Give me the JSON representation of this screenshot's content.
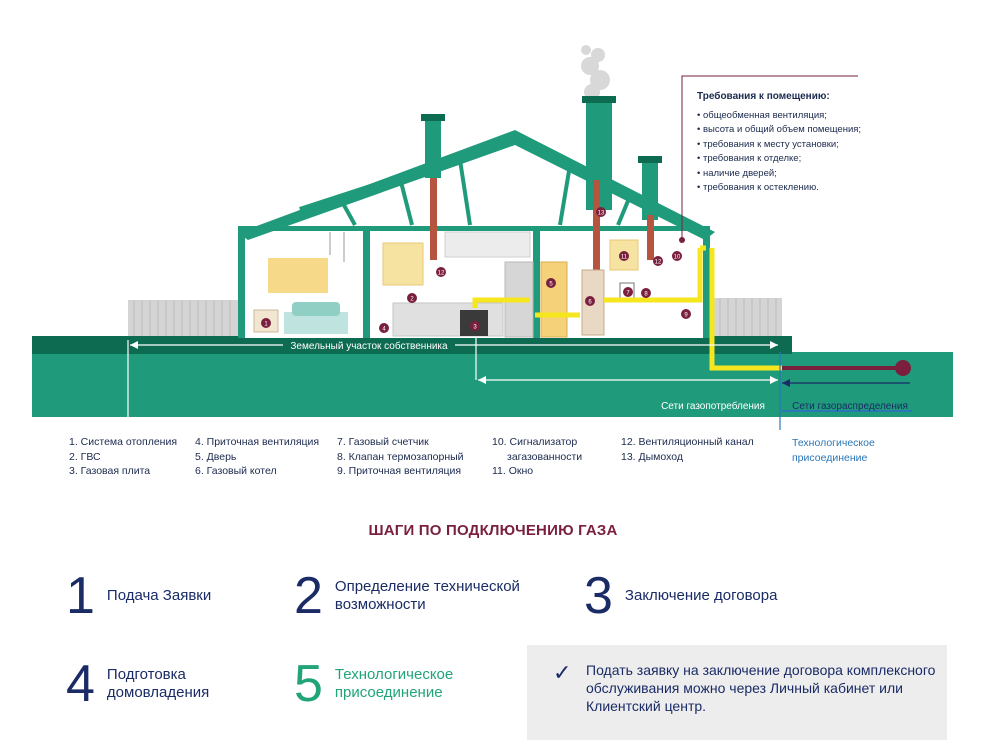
{
  "diagram": {
    "land_label": "Земельный участок собственника",
    "consumption_label": "Сети газопотребления",
    "distribution_label": "Сети газораспределения",
    "markers": [
      "1",
      "2",
      "3",
      "4",
      "5",
      "6",
      "7",
      "8",
      "9",
      "10",
      "11",
      "12",
      "12",
      "13"
    ]
  },
  "requirements": {
    "title": "Требования к помещению:",
    "items": [
      "общеобменная вентиляция;",
      "высота и общий объем помещения;",
      "требования к месту установки;",
      "требования к отделке;",
      "наличие дверей;",
      "требования к остеклению."
    ]
  },
  "legend": {
    "col1": [
      "1. Система отопления",
      "2. ГВС",
      "3. Газовая плита"
    ],
    "col2": [
      "4. Приточная вентиляция",
      "5. Дверь",
      "6. Газовый котел"
    ],
    "col3": [
      "7. Газовый счетчик",
      "8. Клапан термозапорный",
      "9. Приточная вентиляция"
    ],
    "col4": [
      "10. Сигнализатор",
      "загазованности",
      "11. Окно"
    ],
    "col5": [
      "12. Вентиляционный канал",
      "13. Дымоход"
    ],
    "special": [
      "Технологическое",
      "присоединение"
    ]
  },
  "steps": {
    "title": "ШАГИ ПО ПОДКЛЮЧЕНИЮ ГАЗА",
    "items": [
      {
        "num": "1",
        "label": "Подача Заявки"
      },
      {
        "num": "2",
        "label": "Определение технической\nвозможности"
      },
      {
        "num": "3",
        "label": "Заключение договора"
      },
      {
        "num": "4",
        "label": "Подготовка\nдомовладения"
      },
      {
        "num": "5",
        "label": "Технологическое\nприсоединение"
      }
    ]
  },
  "info": {
    "text": "Подать заявку на заключение договора комплексного обслуживания можно через Личный кабинет или Клиентский центр."
  },
  "colors": {
    "green": "#1f9b7b",
    "dark_green": "#0d6b52",
    "navy": "#1a2b66",
    "maroon": "#7a1f3d",
    "gas_yellow": "#f5e61e",
    "blue_link": "#2a77b7"
  }
}
